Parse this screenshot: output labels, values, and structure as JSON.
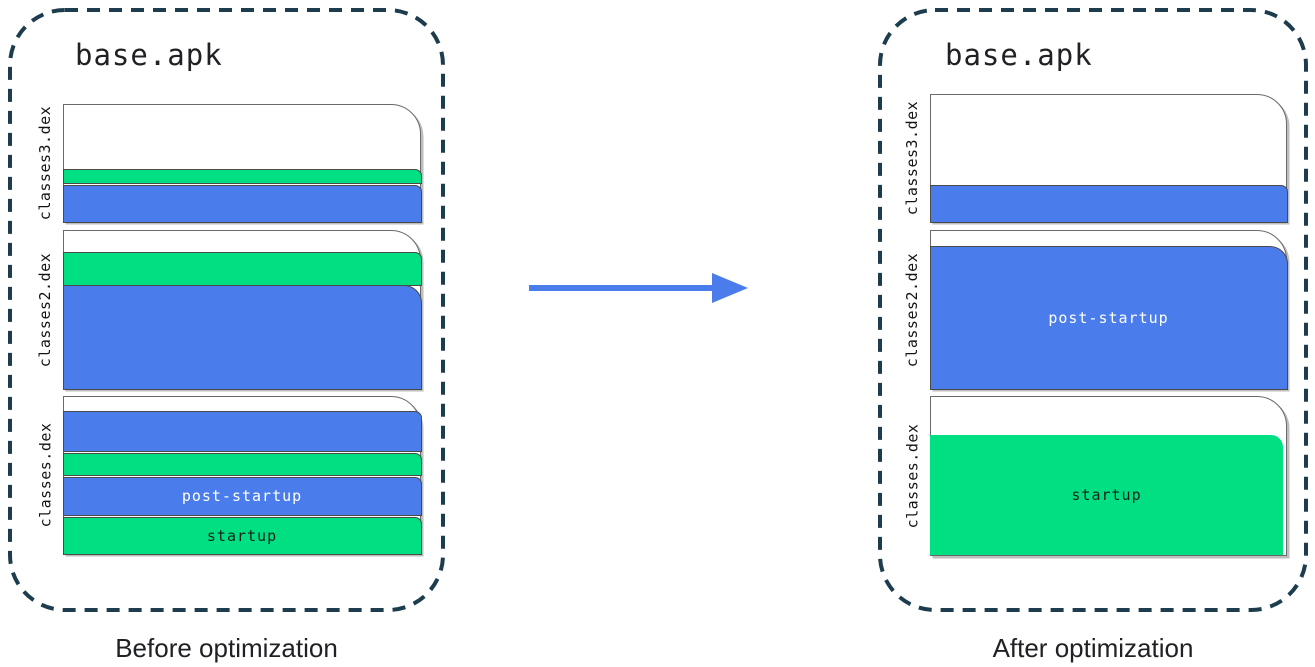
{
  "colors": {
    "blue": "#4a7cec",
    "green": "#00e082",
    "outline": "#1d3d4f",
    "arrow": "#4a7cec"
  },
  "before": {
    "title": "base.apk",
    "caption": "Before optimization",
    "files": [
      {
        "label": "classes3.dex",
        "segments": [
          {
            "color": "white",
            "size": "large"
          },
          {
            "color": "green",
            "size": "thin"
          },
          {
            "color": "blue",
            "size": "small"
          }
        ]
      },
      {
        "label": "classes2.dex",
        "segments": [
          {
            "color": "white",
            "size": "thin"
          },
          {
            "color": "green",
            "size": "small"
          },
          {
            "color": "blue",
            "size": "large"
          }
        ]
      },
      {
        "label": "classes.dex",
        "segments": [
          {
            "color": "white",
            "size": "thin"
          },
          {
            "color": "blue",
            "size": "small"
          },
          {
            "color": "green",
            "size": "thin"
          },
          {
            "color": "blue",
            "size": "small",
            "label": "post-startup"
          },
          {
            "color": "green",
            "size": "small",
            "label": "startup"
          }
        ]
      }
    ]
  },
  "after": {
    "title": "base.apk",
    "caption": "After optimization",
    "files": [
      {
        "label": "classes3.dex",
        "segments": [
          {
            "color": "white",
            "size": "large"
          },
          {
            "color": "blue",
            "size": "small"
          }
        ]
      },
      {
        "label": "classes2.dex",
        "segments": [
          {
            "color": "white",
            "size": "thin"
          },
          {
            "color": "blue",
            "size": "large",
            "label": "post-startup"
          }
        ]
      },
      {
        "label": "classes.dex",
        "segments": [
          {
            "color": "white",
            "size": "thin"
          },
          {
            "color": "green",
            "size": "large",
            "label": "startup"
          }
        ]
      }
    ]
  }
}
